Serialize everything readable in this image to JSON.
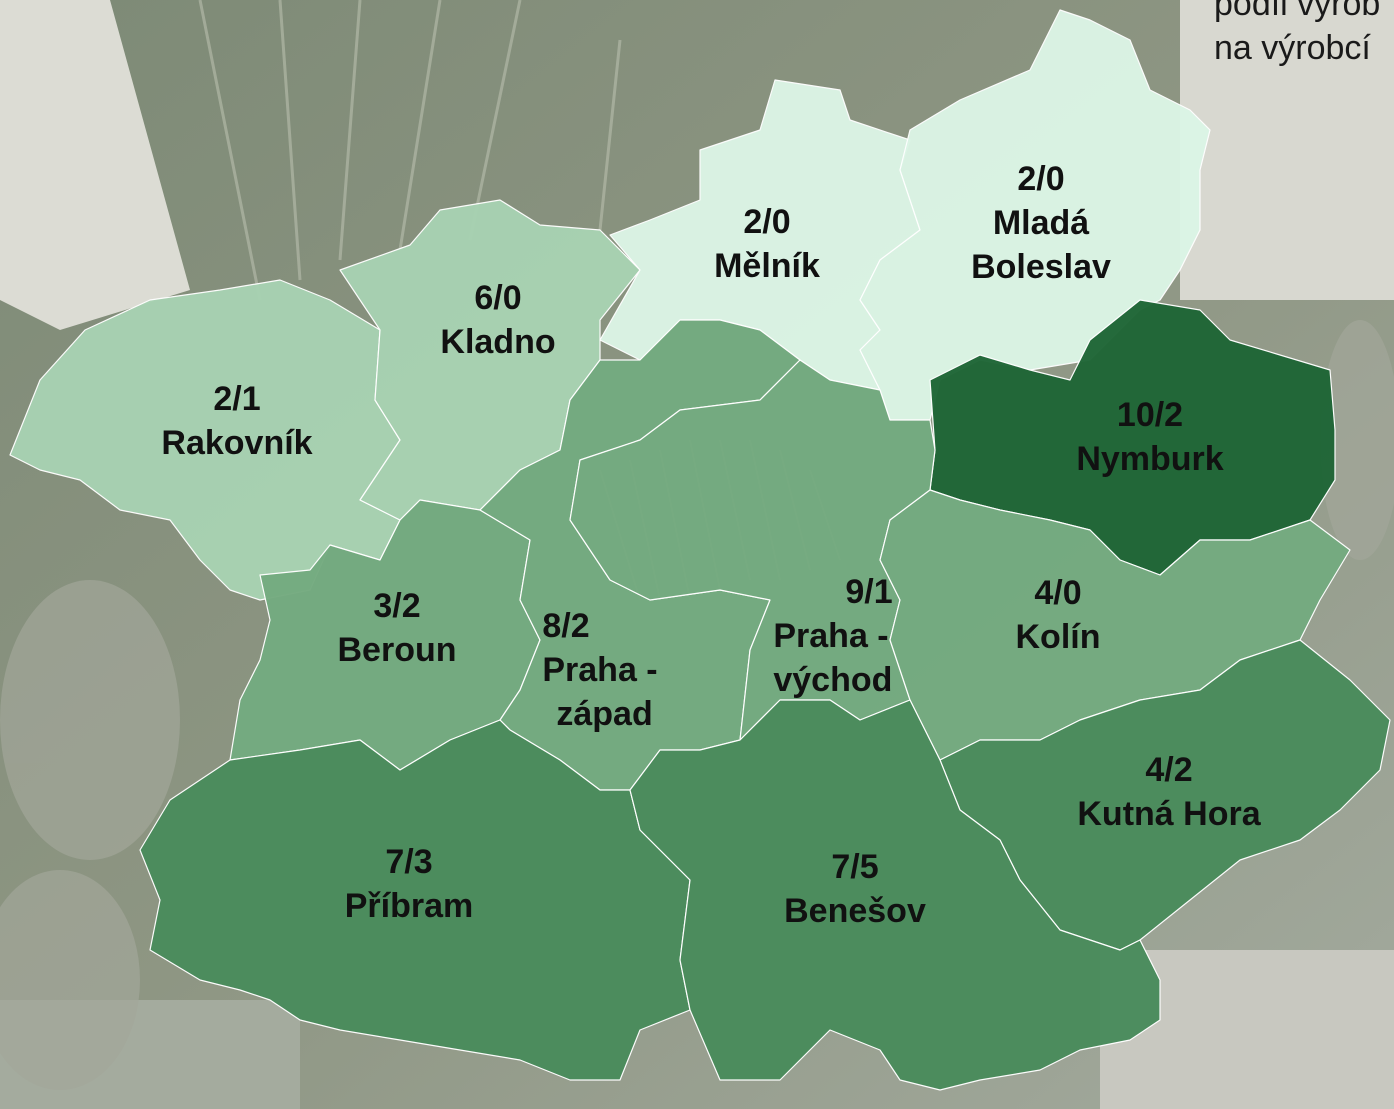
{
  "title_fragment": [
    "podíl výrob",
    "na výrobcí"
  ],
  "colors": {
    "lightest": "#dcf5e6",
    "light": "#a8d2b2",
    "medium": "#74ab80",
    "dark": "#4a8c5c",
    "darkest": "#1f6636"
  },
  "districts": [
    {
      "id": "rakovnik",
      "value": "2/1",
      "name": "Rakovník",
      "shade": "light"
    },
    {
      "id": "kladno",
      "value": "6/0",
      "name": "Kladno",
      "shade": "light"
    },
    {
      "id": "melnik",
      "value": "2/0",
      "name": "Mělník",
      "shade": "lightest"
    },
    {
      "id": "mlada-boleslav",
      "value": "2/0",
      "name": "Mladá Boleslav",
      "name_lines": [
        "Mladá",
        "Boleslav"
      ],
      "shade": "lightest"
    },
    {
      "id": "nymburk",
      "value": "10/2",
      "name": "Nymburk",
      "shade": "darkest"
    },
    {
      "id": "beroun",
      "value": "3/2",
      "name": "Beroun",
      "shade": "medium"
    },
    {
      "id": "praha-zapad",
      "value": "8/2",
      "name": "Praha - západ",
      "name_lines": [
        "Praha -",
        "západ"
      ],
      "shade": "medium"
    },
    {
      "id": "praha-vychod",
      "value": "9/1",
      "name": "Praha - východ",
      "name_lines": [
        "Praha -",
        "východ"
      ],
      "shade": "medium"
    },
    {
      "id": "kolin",
      "value": "4/0",
      "name": "Kolín",
      "shade": "medium"
    },
    {
      "id": "kutna-hora",
      "value": "4/2",
      "name": "Kutná Hora",
      "shade": "dark"
    },
    {
      "id": "pribram",
      "value": "7/3",
      "name": "Příbram",
      "shade": "dark"
    },
    {
      "id": "benesov",
      "value": "7/5",
      "name": "Benešov",
      "shade": "dark"
    }
  ]
}
